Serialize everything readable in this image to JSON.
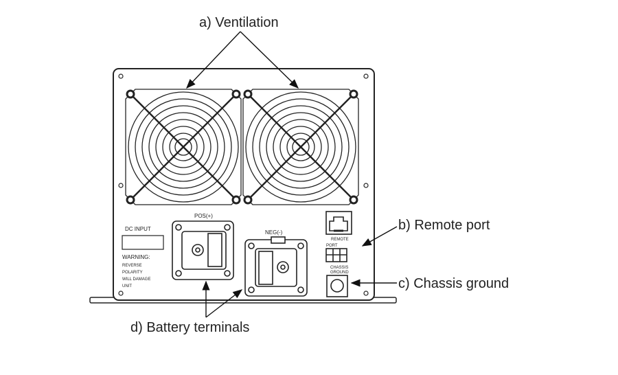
{
  "labels": {
    "ventilation": "a) Ventilation",
    "remote_port": "b) Remote port",
    "chassis_ground": "c) Chassis ground",
    "battery_terminals": "d) Battery terminals"
  },
  "panel": {
    "dc_input": "DC INPUT",
    "warning_title": "WARNING:",
    "warning_lines": [
      "REVERSE",
      "POLARITY",
      "WILL DAMAGE",
      "UNIT"
    ],
    "pos": "POS(+)",
    "neg": "NEG(-)",
    "remote": "REMOTE",
    "port": "PORT",
    "chassis": "CHASSIS",
    "ground": "GROUND"
  }
}
